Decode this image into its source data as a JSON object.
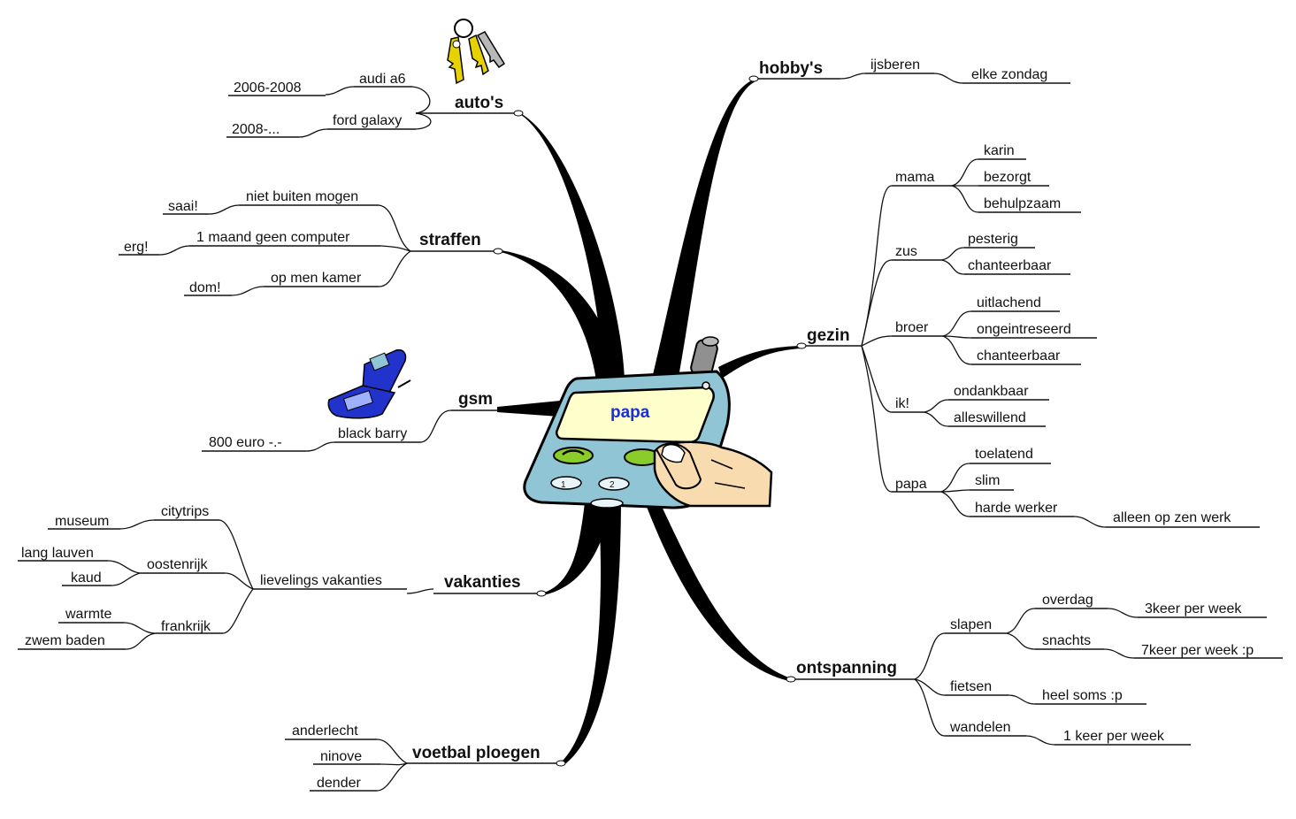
{
  "center": {
    "label": "papa",
    "icon": "mobile-phone-in-hand-icon"
  },
  "colors": {
    "phone_body": "#8fc5d5",
    "screen": "#ffffcc",
    "center_text": "#1a2fd6",
    "flip_phone": "#2233cc",
    "keys": "#e6d200",
    "hand": "#f8dcb0"
  },
  "branches": {
    "autos": {
      "label": "auto's",
      "icon": "keys-icon",
      "children": [
        {
          "label": "audi a6",
          "detail": "2006-2008"
        },
        {
          "label": "ford galaxy",
          "detail": "2008-..."
        }
      ]
    },
    "straffen": {
      "label": "straffen",
      "children": [
        {
          "label": "niet buiten mogen",
          "detail": "saai!"
        },
        {
          "label": "1 maand geen computer",
          "detail": "erg!"
        },
        {
          "label": "op men kamer",
          "detail": "dom!"
        }
      ]
    },
    "gsm": {
      "label": "gsm",
      "icon": "flip-phone-icon",
      "children": [
        {
          "label": "black barry",
          "detail": "800 euro -.-"
        }
      ]
    },
    "vakanties": {
      "label": "vakanties",
      "child": {
        "label": "lievelings vakanties",
        "children": [
          {
            "label": "citytrips",
            "details": [
              "museum"
            ]
          },
          {
            "label": "oostenrijk",
            "details": [
              "lang lauven",
              "kaud"
            ]
          },
          {
            "label": "frankrijk",
            "details": [
              "warmte",
              "zwem baden"
            ]
          }
        ]
      }
    },
    "voetbal": {
      "label": "voetbal ploegen",
      "children": [
        "anderlecht",
        "ninove",
        "dender"
      ]
    },
    "hobbys": {
      "label": "hobby's",
      "children": [
        {
          "label": "ijsberen",
          "detail": "elke zondag"
        }
      ]
    },
    "gezin": {
      "label": "gezin",
      "children": [
        {
          "label": "mama",
          "traits": [
            "karin",
            "bezorgt",
            "behulpzaam"
          ]
        },
        {
          "label": "zus",
          "traits": [
            "pesterig",
            "chanteerbaar"
          ]
        },
        {
          "label": "broer",
          "traits": [
            "uitlachend",
            "ongeintreseerd",
            "chanteerbaar"
          ]
        },
        {
          "label": "ik!",
          "traits": [
            "ondankbaar",
            "alleswillend"
          ]
        },
        {
          "label": "papa",
          "traits": [
            "toelatend",
            "slim",
            "harde werker"
          ],
          "extra": "alleen op zen werk"
        }
      ]
    },
    "ontspanning": {
      "label": "ontspanning",
      "children": [
        {
          "label": "slapen",
          "sub": [
            {
              "label": "overdag",
              "detail": "3keer per week"
            },
            {
              "label": "snachts",
              "detail": "7keer per week :p"
            }
          ]
        },
        {
          "label": "fietsen",
          "detail": "heel soms :p"
        },
        {
          "label": "wandelen",
          "detail": "1 keer per week"
        }
      ]
    }
  }
}
